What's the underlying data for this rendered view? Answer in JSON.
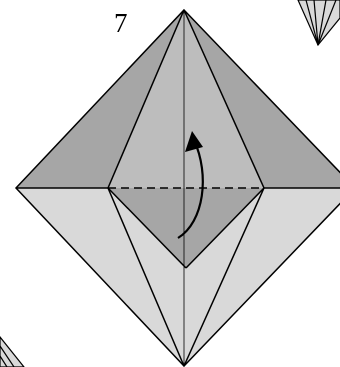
{
  "step": {
    "number": "7"
  },
  "colors": {
    "dark_paper": "#a6a6a6",
    "mid_paper": "#bdbdbd",
    "light_paper": "#d9d9d9",
    "line": "#000000",
    "background": "#ffffff"
  },
  "symbols": {
    "fold_line": "valley-fold-dashed-line",
    "arrow": "curved-fold-arrow"
  }
}
